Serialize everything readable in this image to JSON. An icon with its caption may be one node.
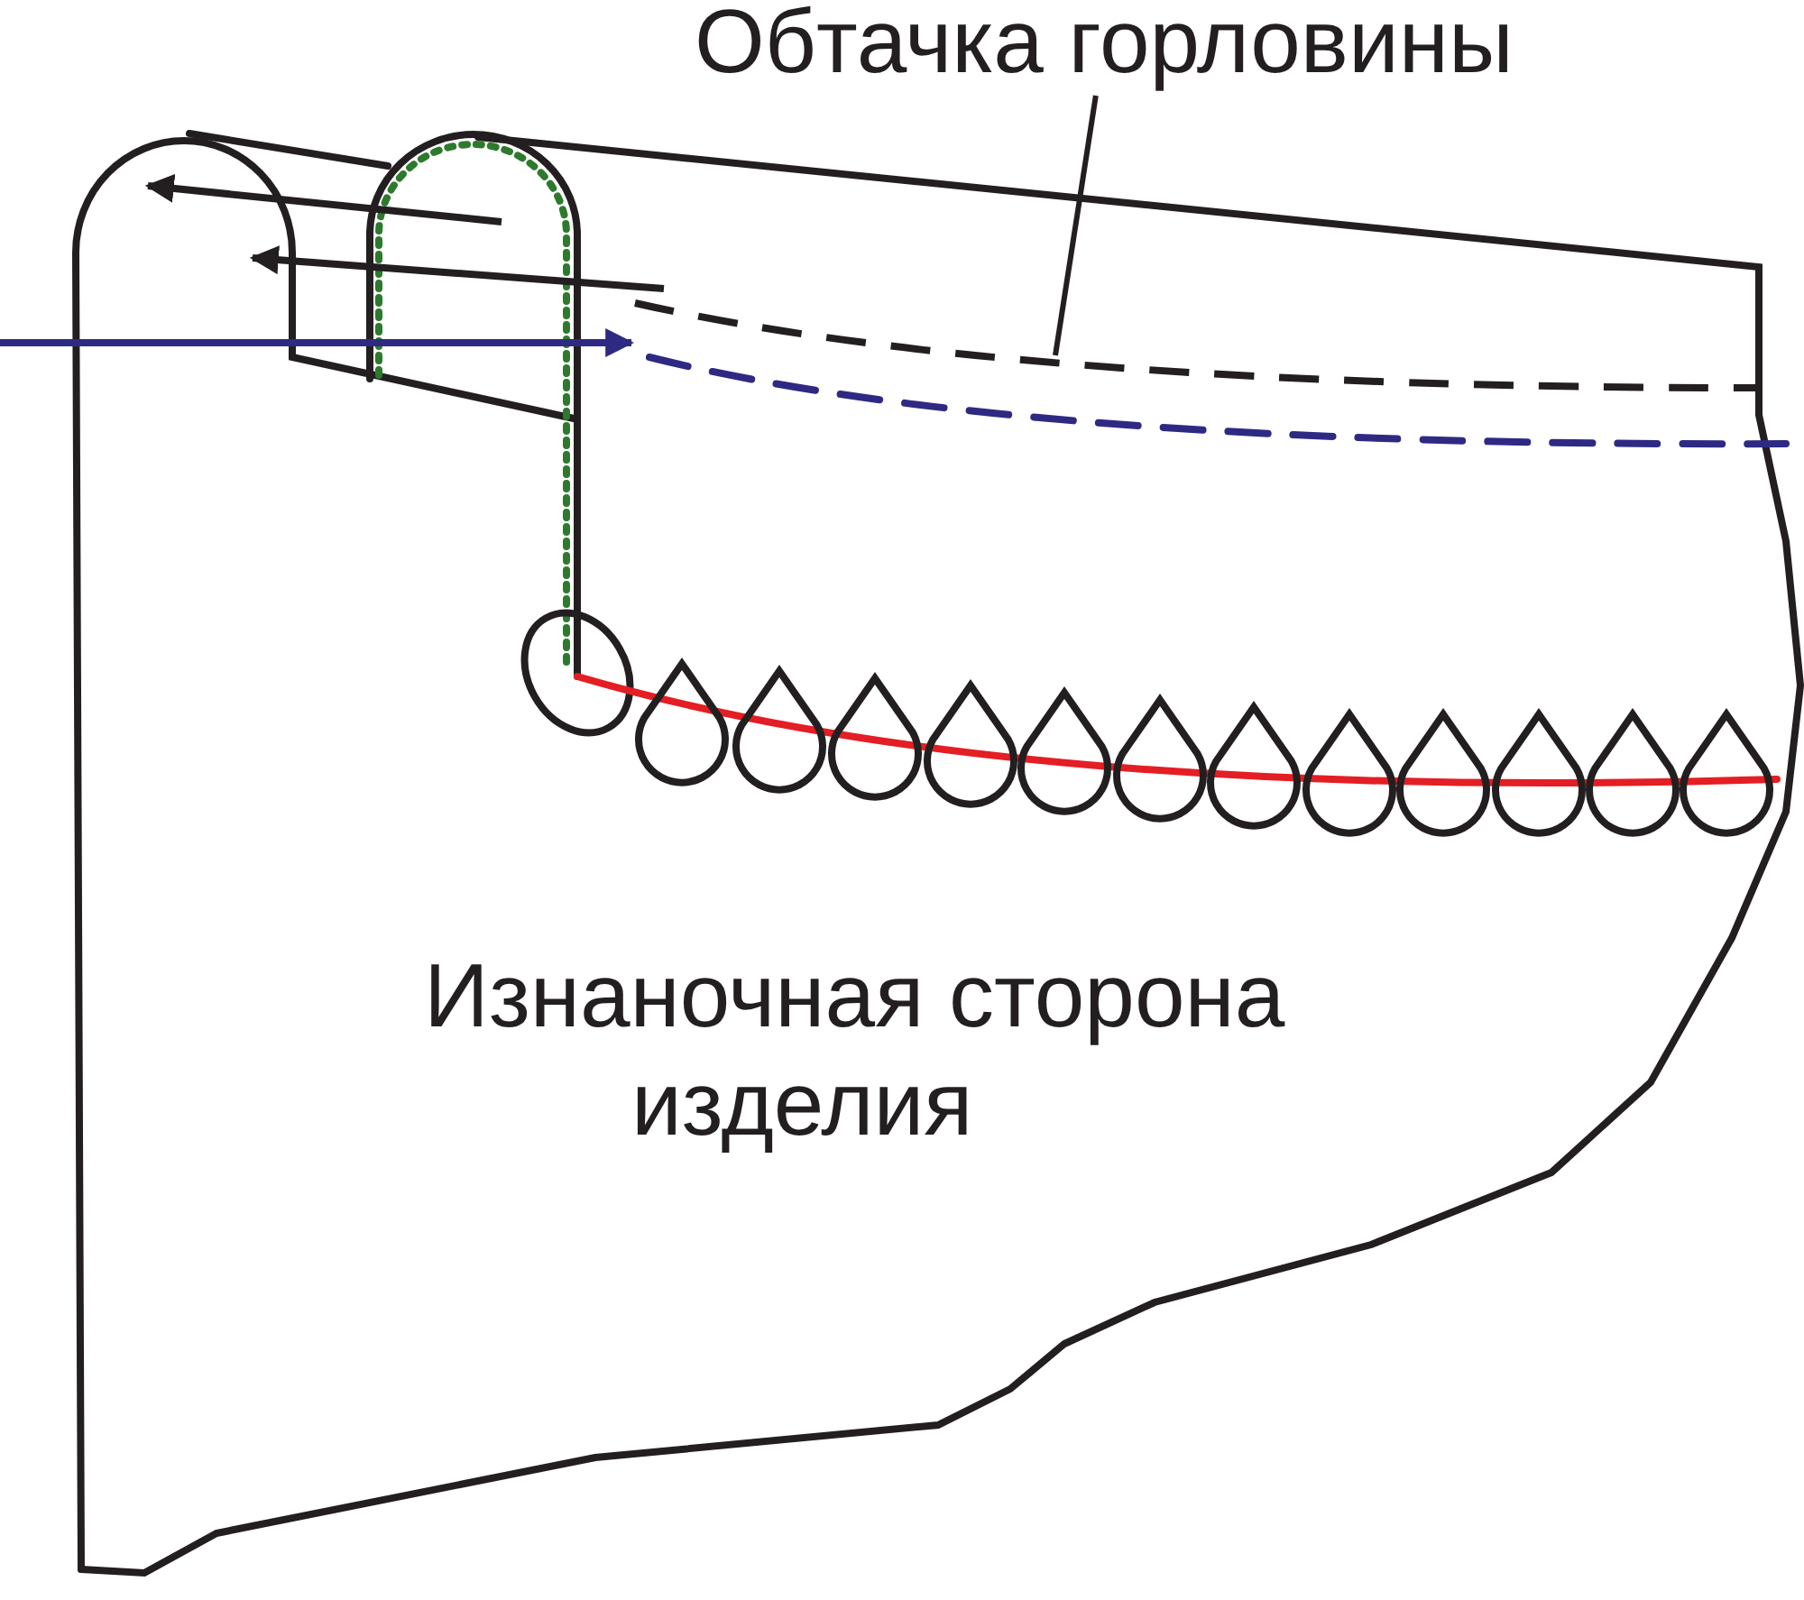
{
  "diagram": {
    "nodes": [
      {
        "text": [
          "Обтачка горловины"
        ]
      },
      {
        "text": [],
        "shape": "line"
      }
    ],
    "edges": [
      {
        "from": 0,
        "to": 1,
        "arrow": "none"
      }
    ],
    "labels": [
      "Изнаночная сторона изделия"
    ]
  }
}
